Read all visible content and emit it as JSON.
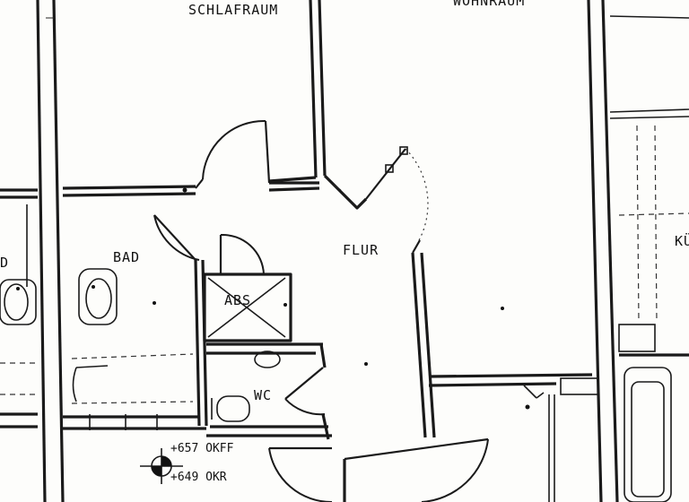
{
  "plan": {
    "rooms": {
      "schlafraum": "SCHLAFRAUM",
      "wohnraum": "WOHNRAUM",
      "flur": "FLUR",
      "bad": "BAD",
      "abs": "ABS",
      "wc": "WC",
      "left_room_fragment": "D",
      "right_room_fragment": "KÜ"
    },
    "levels": {
      "okff": "+657 OKFF",
      "okr": "+649 OKR"
    }
  }
}
